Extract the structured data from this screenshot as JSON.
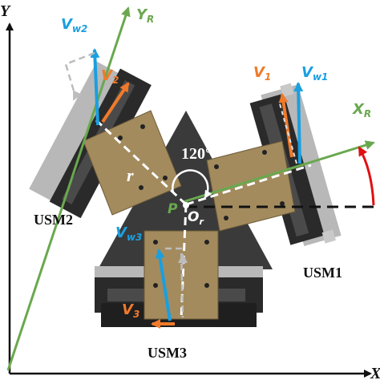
{
  "axes": {
    "global_y": "Y",
    "global_x": "X",
    "robot_y": "Y",
    "robot_y_sub": "R",
    "robot_x": "X",
    "robot_x_sub": "R"
  },
  "angle_label": "120°",
  "radius_label": "r",
  "center": {
    "p": "P",
    "o": "O",
    "o_sub": "r"
  },
  "motors": [
    {
      "name": "USM1",
      "v": "V",
      "v_sub": "1",
      "vw": "V",
      "vw_sub": "w1"
    },
    {
      "name": "USM2",
      "v": "V",
      "v_sub": "2",
      "vw": "V",
      "vw_sub": "w2"
    },
    {
      "name": "USM3",
      "v": "V",
      "v_sub": "3",
      "vw": "V",
      "vw_sub": "w3"
    }
  ],
  "colors": {
    "robot_axis": "#6aa84f",
    "velocity": "#f07a2a",
    "wheel_velocity": "#1a9fe0",
    "angle_arrow": "#e01010",
    "body": "#3a3a3a",
    "plate": "#a38b5e",
    "usm_dark": "#2a2a2a",
    "usm_gray": "#b8b8b8"
  }
}
